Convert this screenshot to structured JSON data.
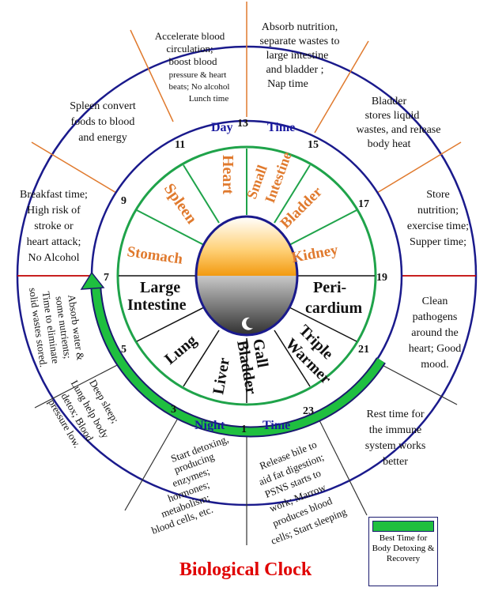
{
  "title": "Biological Clock",
  "day_label": {
    "day": "Day",
    "time": "Time"
  },
  "night_label": {
    "night": "Night",
    "time": "Time"
  },
  "hours": [
    "1",
    "3",
    "5",
    "7",
    "9",
    "11",
    "13",
    "15",
    "17",
    "19",
    "21",
    "23"
  ],
  "organs_orange": [
    "Heart",
    "Small Intestine",
    "Bladder",
    "Kidney",
    "Stomach",
    "Spleen"
  ],
  "organs_black": [
    "Peri-cardium",
    "Triple Warmer",
    "Gall Bladder",
    "Liver",
    "Lung",
    "Large Intestine"
  ],
  "descriptions": {
    "h11_13": "Accelerate blood circulation; boost blood pressure & heart beats; No alcohol Lunch time",
    "h13_15": "Absorb nutrition, separate wastes to large intestine and bladder ; Nap time",
    "h15_17": "Bladder stores liquid wastes, and release body heat",
    "h17_19": "Store nutrition; exercise time; Supper time;",
    "h19_21": "Clean pathogens around the heart; Good mood.",
    "h21_23": "Rest time for the immune system works better",
    "h23_1": "Release bile to aid fat digestion; PSNS starts to work; Marrow produces blood cells; Start sleeping",
    "h1_3": "Start detoxing, producing enzymes; hormones; metabolism; blood cells, etc.",
    "h3_5": "Deep sleep; Lung help body detox; Blood pressure low.",
    "h5_7": "Absorb water & some nutrients; Time to eliminate solid wastes stored.",
    "h7_9": "Breakfast time; High risk of stroke or heart attack; No Alcohol",
    "h9_11": "Spleen convert foods to blood and energy"
  },
  "legend": "Best Time for Body Detoxing & Recovery",
  "colors": {
    "ring_outline": "#1a1a8c",
    "divider_orange": "#e07a2e",
    "divider_red": "#c00000",
    "green": "#1fa34a",
    "organ_orange": "#e07a2e",
    "day_blue": "#1a1aa0",
    "title_red": "#e00000"
  }
}
